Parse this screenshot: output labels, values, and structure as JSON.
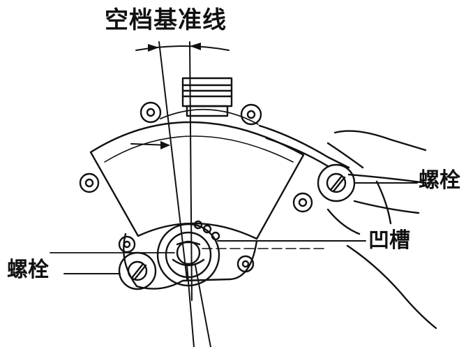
{
  "labels": {
    "title": "空档基准线",
    "bolt_right": "螺栓",
    "groove": "凹槽",
    "bolt_left": "螺栓"
  },
  "colors": {
    "ink": "#111111",
    "paper": "#ffffff"
  }
}
